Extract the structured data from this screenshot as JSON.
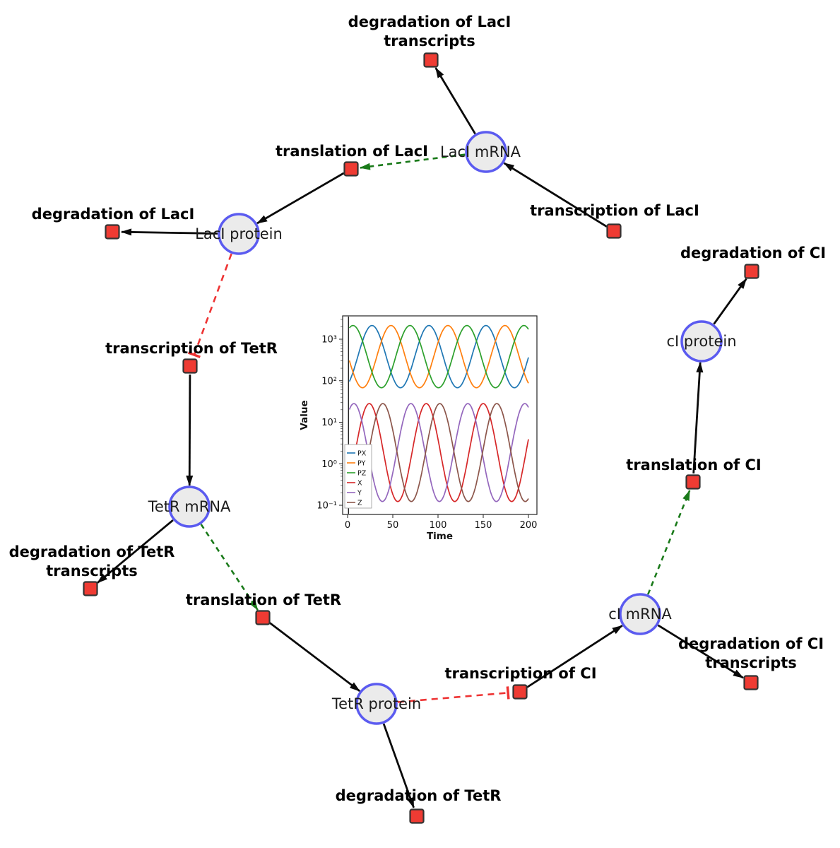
{
  "diagram": {
    "species": [
      {
        "id": "laci_mrna",
        "label": "LacI mRNA"
      },
      {
        "id": "laci_protein",
        "label": "LacI protein"
      },
      {
        "id": "tetr_mrna",
        "label": "TetR mRNA"
      },
      {
        "id": "tetr_protein",
        "label": "TetR protein"
      },
      {
        "id": "ci_mrna",
        "label": "cI mRNA"
      },
      {
        "id": "ci_protein",
        "label": "cI protein"
      }
    ],
    "reactions": [
      {
        "id": "deg_laci_tx",
        "label": [
          "degradation of LacI",
          "transcripts"
        ]
      },
      {
        "id": "translation_laci",
        "label": [
          "translation of LacI"
        ]
      },
      {
        "id": "transcription_laci",
        "label": [
          "transcription of LacI"
        ]
      },
      {
        "id": "deg_laci",
        "label": [
          "degradation of LacI"
        ]
      },
      {
        "id": "deg_ci",
        "label": [
          "degradation of CI"
        ]
      },
      {
        "id": "transcription_tetr",
        "label": [
          "transcription of TetR"
        ]
      },
      {
        "id": "translation_ci",
        "label": [
          "translation of CI"
        ]
      },
      {
        "id": "deg_tetr_tx",
        "label": [
          "degradation of TetR",
          "transcripts"
        ]
      },
      {
        "id": "translation_tetr",
        "label": [
          "translation of TetR"
        ]
      },
      {
        "id": "transcription_ci",
        "label": [
          "transcription of CI"
        ]
      },
      {
        "id": "deg_ci_tx",
        "label": [
          "degradation of CI",
          "transcripts"
        ]
      },
      {
        "id": "deg_tetr",
        "label": [
          "degradation of TetR"
        ]
      }
    ],
    "edges": [
      {
        "from": "laci_mrna",
        "to": "deg_laci_tx",
        "type": "consumption"
      },
      {
        "from": "laci_mrna",
        "to": "translation_laci",
        "type": "modifier"
      },
      {
        "from": "translation_laci",
        "to": "laci_protein",
        "type": "production"
      },
      {
        "from": "transcription_laci",
        "to": "laci_mrna",
        "type": "production"
      },
      {
        "from": "laci_protein",
        "to": "deg_laci",
        "type": "consumption"
      },
      {
        "from": "laci_protein",
        "to": "transcription_tetr",
        "type": "inhibition"
      },
      {
        "from": "transcription_tetr",
        "to": "tetr_mrna",
        "type": "production"
      },
      {
        "from": "tetr_mrna",
        "to": "deg_tetr_tx",
        "type": "consumption"
      },
      {
        "from": "tetr_mrna",
        "to": "translation_tetr",
        "type": "modifier"
      },
      {
        "from": "translation_tetr",
        "to": "tetr_protein",
        "type": "production"
      },
      {
        "from": "tetr_protein",
        "to": "deg_tetr",
        "type": "consumption"
      },
      {
        "from": "tetr_protein",
        "to": "transcription_ci",
        "type": "inhibition"
      },
      {
        "from": "transcription_ci",
        "to": "ci_mrna",
        "type": "production"
      },
      {
        "from": "ci_mrna",
        "to": "deg_ci_tx",
        "type": "consumption"
      },
      {
        "from": "ci_mrna",
        "to": "translation_ci",
        "type": "modifier"
      },
      {
        "from": "translation_ci",
        "to": "ci_protein",
        "type": "production"
      },
      {
        "from": "ci_protein",
        "to": "deg_ci",
        "type": "consumption"
      }
    ],
    "colors": {
      "species_fill": "#ebebeb",
      "species_stroke": "#5b5bf0",
      "reaction_fill": "#ef3b33",
      "reaction_stroke": "#333333",
      "edge": "#0a0a0a",
      "modifier": "#1a7a1a",
      "inhibition": "#ee3333"
    }
  },
  "chart_data": {
    "type": "line",
    "title": "",
    "xlabel": "Time",
    "ylabel": "Value",
    "x_range": [
      0,
      200
    ],
    "x_ticks": [
      0,
      50,
      100,
      150,
      200
    ],
    "y_scale": "log",
    "y_ticks": [
      "10⁻¹",
      "10⁰",
      "10¹",
      "10²",
      "10³"
    ],
    "y_tick_values": [
      0.1,
      1,
      10,
      100,
      1000
    ],
    "ylim": [
      0.06,
      3500
    ],
    "grid": false,
    "legend_position": "lower left",
    "transient_line_t": 1,
    "series": [
      {
        "name": "PX",
        "color": "#1f77b4",
        "group": "protein",
        "log_center": 2.58,
        "log_amp": 0.75,
        "period": 63,
        "peak_t": 27,
        "approx_min": 70,
        "approx_max": 2100
      },
      {
        "name": "PY",
        "color": "#ff7f0e",
        "group": "protein",
        "log_center": 2.58,
        "log_amp": 0.75,
        "period": 63,
        "peak_t": 48,
        "approx_min": 70,
        "approx_max": 2100
      },
      {
        "name": "PZ",
        "color": "#2ca02c",
        "group": "protein",
        "log_center": 2.58,
        "log_amp": 0.75,
        "period": 63,
        "peak_t": 69,
        "approx_min": 70,
        "approx_max": 2100
      },
      {
        "name": "X",
        "color": "#d62728",
        "group": "mrna",
        "log_center": 0.27,
        "log_amp": 1.18,
        "period": 63,
        "peak_t": 87,
        "approx_min": 0.12,
        "approx_max": 28
      },
      {
        "name": "Y",
        "color": "#9467bd",
        "group": "mrna",
        "log_center": 0.27,
        "log_amp": 1.18,
        "period": 63,
        "peak_t": 70,
        "approx_min": 0.12,
        "approx_max": 28
      },
      {
        "name": "Z",
        "color": "#8c564b",
        "group": "mrna",
        "log_center": 0.27,
        "log_amp": 1.18,
        "period": 63,
        "peak_t": 102,
        "approx_min": 0.12,
        "approx_max": 28
      }
    ]
  }
}
